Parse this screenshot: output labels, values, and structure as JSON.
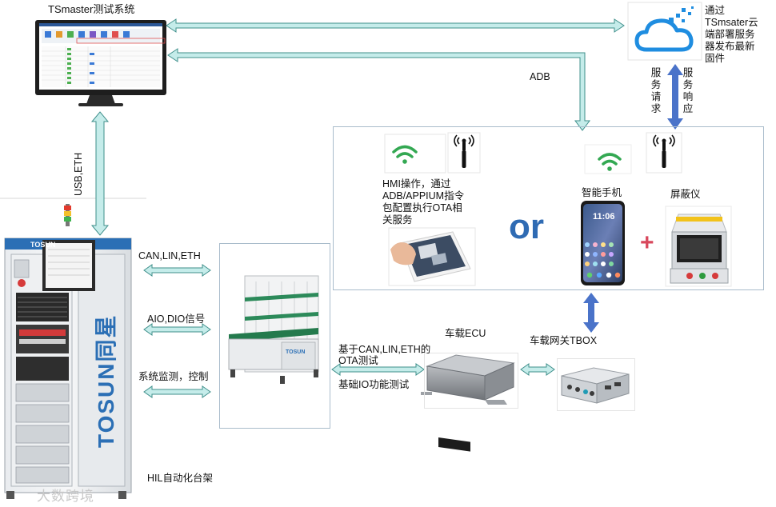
{
  "labels": {
    "tsmaster_title": "TSmaster测试系统",
    "cloud_text": [
      "通过",
      "TSmsater云",
      "端部署服务",
      "器发布最新",
      "固件"
    ],
    "adb": "ADB",
    "service_request": [
      "服",
      "务",
      "请",
      "求"
    ],
    "service_response": [
      "服",
      "务",
      "响",
      "应"
    ],
    "usb_eth": "USB,ETH",
    "hmi_text": [
      "HMI操作，通过",
      "ADB/APPIUM指令",
      "包配置执行OTA相",
      "关服务"
    ],
    "or": "or",
    "smartphone": "智能手机",
    "shield_box": "屏蔽仪",
    "plus": "+",
    "can_lin_eth": "CAN,LIN,ETH",
    "aio_dio": "AIO,DIO信号",
    "sys_monitor": "系统监测，控制",
    "vehicle_ecu": "车载ECU",
    "gateway_tbox": "车载网关TBOX",
    "ota_test": [
      "基于CAN,LIN,ETH的",
      "OTA测试"
    ],
    "io_test": "基础IO功能测试",
    "hil_rack": "HIL自动化台架",
    "rack_brand": "TOSUN同星",
    "rack_top": "TOSUN",
    "bench_brand": "TOSUN",
    "phone_time": "11:06",
    "watermark": "大数跨境"
  },
  "colors": {
    "arrow_teal": "#c5ecea",
    "arrow_outline": "#3f8f8b",
    "arrow_blue": "#4a73c9",
    "cloud_blue": "#1f8de0",
    "or_blue": "#2f6bb3",
    "plus_red": "#d8485c",
    "box_border": "#a9bccb"
  },
  "icons": [
    "monitor-icon",
    "cloud-icon",
    "wifi-icon",
    "antenna-icon",
    "tablet-icon",
    "smartphone-icon",
    "shield-box-icon",
    "rack-icon",
    "workbench-icon",
    "ecu-icon",
    "tbox-icon"
  ]
}
